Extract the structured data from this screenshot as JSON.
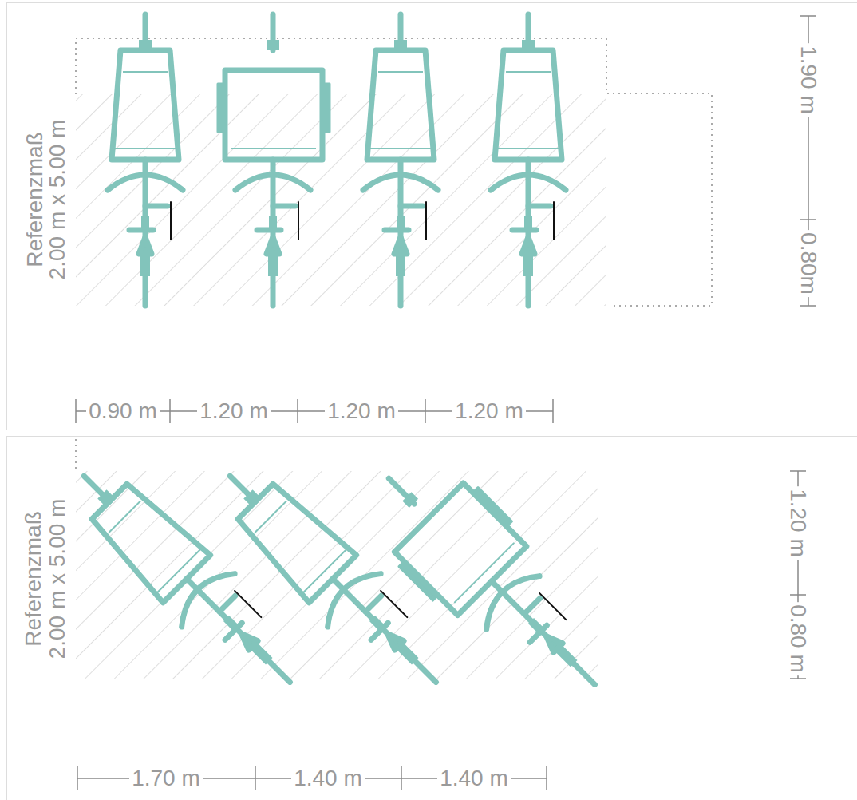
{
  "diagram": {
    "labels": [
      "Referenzmaß",
      "2.00 m x 5.00 m",
      "1.90 m",
      "0.80m",
      "0.90 m",
      "1.20 m",
      "1.20 m",
      "1.20 m",
      "Referenzmaß",
      "2.00 m x 5.00 m",
      "1.20 m",
      "0.80 m",
      "1.70 m",
      "1.40 m",
      "1.40 m"
    ]
  }
}
